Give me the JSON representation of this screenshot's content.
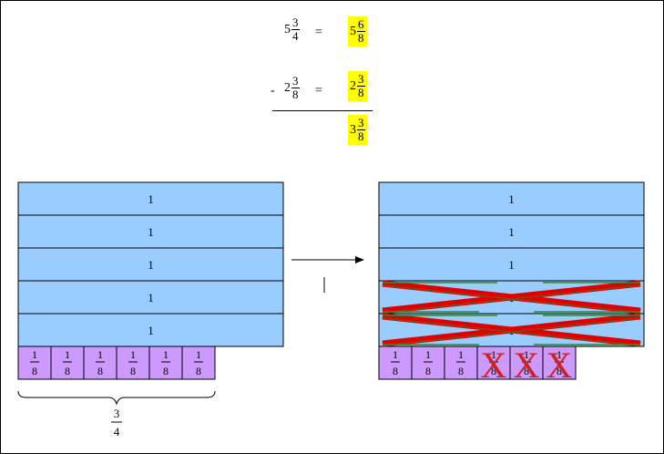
{
  "equation": {
    "row1": {
      "left": {
        "whole": "5",
        "num": "3",
        "den": "4"
      },
      "equals": "=",
      "right": {
        "whole": "5",
        "num": "6",
        "den": "8"
      }
    },
    "row2": {
      "minus": "-",
      "left": {
        "whole": "2",
        "num": "3",
        "den": "8"
      },
      "equals": "=",
      "right": {
        "whole": "2",
        "num": "3",
        "den": "8"
      }
    },
    "result": {
      "whole": "3",
      "num": "3",
      "den": "8"
    }
  },
  "left_model": {
    "whole_label": "1",
    "whole_count": 5,
    "eighth": {
      "num": "1",
      "den": "8"
    },
    "eighth_count": 6,
    "brace_label": {
      "num": "3",
      "den": "4"
    }
  },
  "right_model": {
    "whole_label": "1",
    "whole_count": 5,
    "crossed_out_wholes": 2,
    "eighth": {
      "num": "1",
      "den": "8"
    },
    "eighth_count": 6,
    "crossed_out_eighths": 3,
    "cross_mark": "X"
  },
  "colors": {
    "whole_fill": "#99ccff",
    "eighth_fill": "#cc99ff",
    "highlight": "#ffff00",
    "cross_red": "#e00000",
    "cross_brown": "#8b4513",
    "cross_green": "#2e8b2e",
    "x_mark": "#cc2222"
  }
}
